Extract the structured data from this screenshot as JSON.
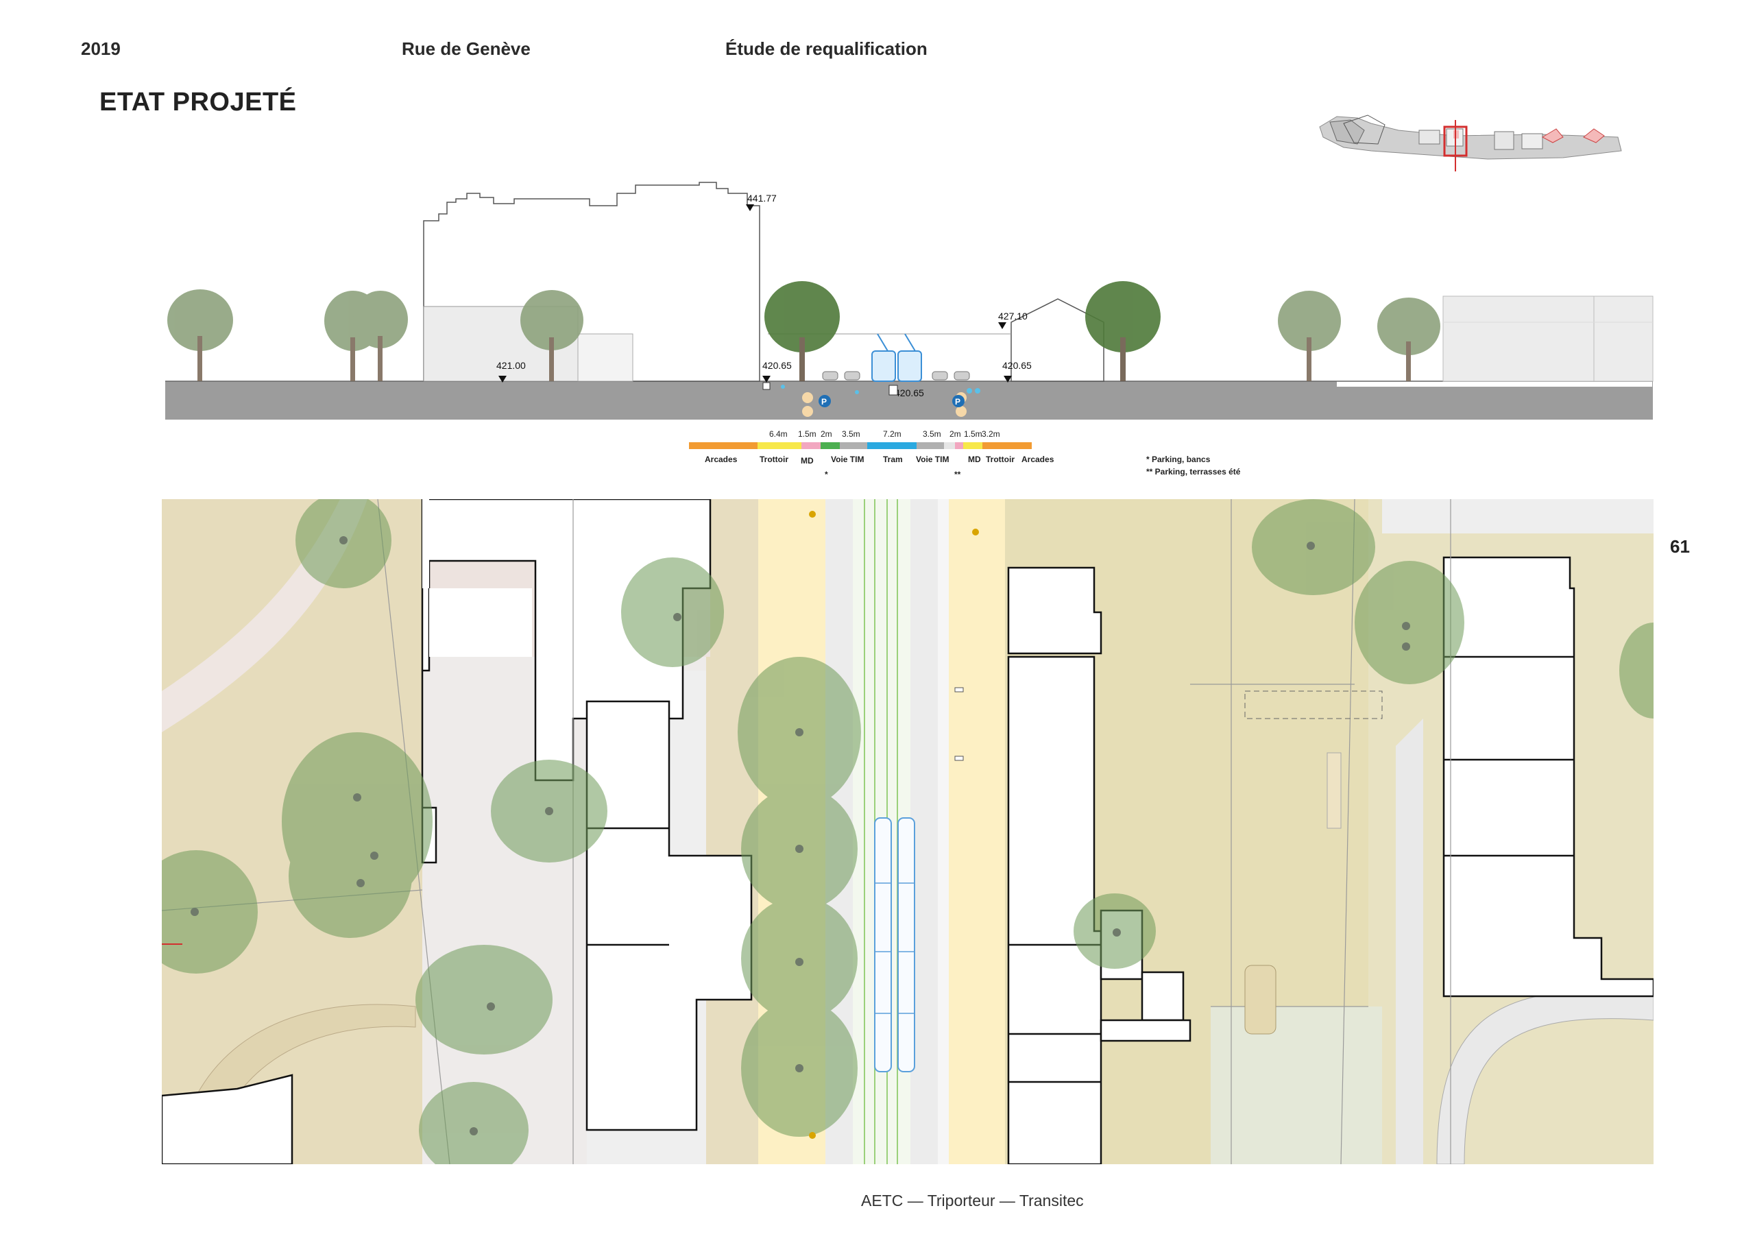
{
  "header": {
    "year": "2019",
    "street": "Rue de Genève",
    "study": "Étude de requalification"
  },
  "page_title": "ETAT PROJETÉ",
  "page_number": "61",
  "footer": "AETC — Triporteur — Transitec",
  "section": {
    "elevations": {
      "top_left_building": "441.77",
      "left_ground": "421.00",
      "left_facade": "420.65",
      "center_street": "420.65",
      "right_facade": "420.65",
      "right_building": "427.10"
    },
    "profile_widths": [
      "6.4m",
      "1.5m",
      "2m",
      "3.5m",
      "7.2m",
      "3.5m",
      "2m",
      "1.5m",
      "3.2m"
    ],
    "profile_labels": [
      "Arcades",
      "Trottoir",
      "MD",
      "Voie TIM",
      "Tram",
      "Voie TIM",
      "MD",
      "Trottoir",
      "Arcades"
    ],
    "profile_markers": [
      "*",
      "**"
    ],
    "profile_colors": [
      "#f29b32",
      "#f7e84a",
      "#f2a7c0",
      "#4caf50",
      "#b0b0b0",
      "#2aa9e0",
      "#b0b0b0",
      "#e6e6e6",
      "#f2a7c0",
      "#f7e84a",
      "#f29b32"
    ],
    "notes": [
      "* Parking, bancs",
      "** Parking, terrasses été"
    ],
    "parking_symbol": "P"
  },
  "colors": {
    "tree_green": "#6f9a5a",
    "ground_gray": "#9c9c9c",
    "sidewalk_yellow": "#fdf0c4",
    "tram_blue": "#3b8fd6",
    "locator_red": "#d32f2f"
  }
}
